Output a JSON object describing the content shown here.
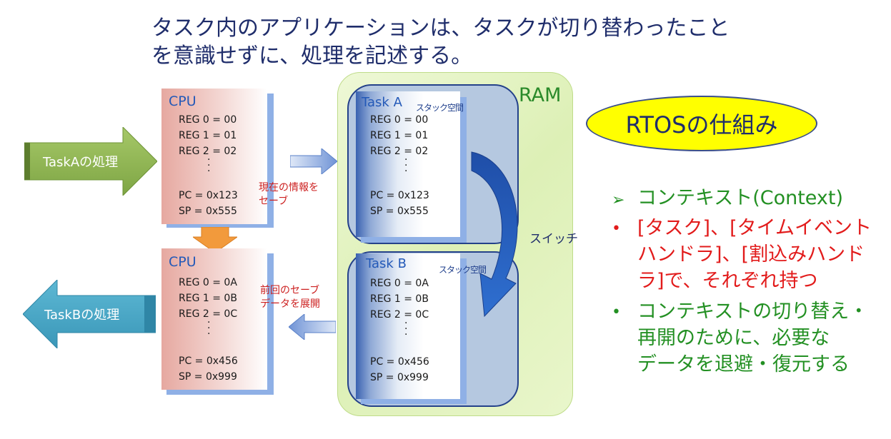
{
  "title": {
    "line1": "タスク内のアプリケーションは、タスクが切り替わったこと",
    "line2": "を意識せずに、処理を記述する。"
  },
  "arrows": {
    "task_a": "TaskAの処理",
    "task_b": "TaskBの処理"
  },
  "cpu_a": {
    "label": "CPU",
    "regs": [
      "REG 0 = 00",
      "REG 1 = 01",
      "REG 2 = 02"
    ],
    "pc": "PC = 0x123",
    "sp": "SP = 0x555"
  },
  "cpu_b": {
    "label": "CPU",
    "regs": [
      "REG 0 = 0A",
      "REG 1 = 0B",
      "REG 2 = 0C"
    ],
    "pc": "PC = 0x456",
    "sp": "SP = 0x999"
  },
  "notes": {
    "save": [
      "現在の情報を",
      "セーブ"
    ],
    "restore": [
      "前回のセーブ",
      "データを展開"
    ],
    "switch": "スイッチ"
  },
  "ram": {
    "label": "RAM",
    "task_a": {
      "label": "Task A",
      "stack": "スタック空間",
      "regs": [
        "REG 0 = 00",
        "REG 1 = 01",
        "REG 2 = 02"
      ],
      "pc": "PC = 0x123",
      "sp": "SP = 0x555"
    },
    "task_b": {
      "label": "Task B",
      "stack": "スタック空間",
      "regs": [
        "REG 0 = 0A",
        "REG 1 = 0B",
        "REG 2 = 0C"
      ],
      "pc": "PC = 0x456",
      "sp": "SP = 0x999"
    }
  },
  "rtos_title": "RTOSの仕組み",
  "bullets": [
    {
      "marker": "➢",
      "color": "#239023",
      "lines": [
        "コンテキスト(Context)"
      ]
    },
    {
      "marker": "•",
      "color": "#e21b1b",
      "lines": [
        "[タスク]、[タイムイベント",
        "ハンドラ]、[割込みハンド",
        "ラ]で、それぞれ持つ"
      ]
    },
    {
      "marker": "•",
      "color": "#239023",
      "lines": [
        "コンテキストの切り替え・",
        "再開のために、必要な",
        "データを退避・復元する"
      ]
    }
  ]
}
